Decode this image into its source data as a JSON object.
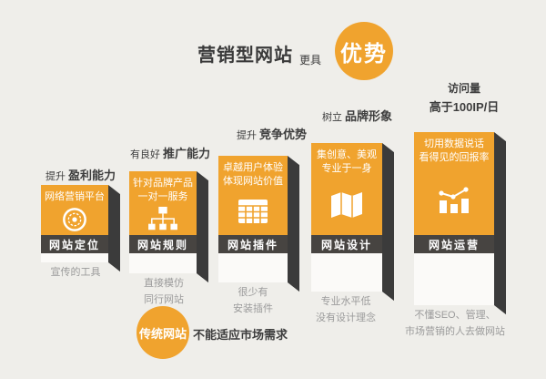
{
  "header": {
    "title": "营销型网站",
    "more": "更具",
    "badge": "优势"
  },
  "pillars": [
    {
      "top_prefix": "提升",
      "top_label": "盈利能力",
      "desc1": "网络营销平台",
      "desc2": "",
      "icon": "disc-icon",
      "band": "网站定位",
      "below1": "宣传的工具",
      "below2": ""
    },
    {
      "top_prefix": "有良好",
      "top_label": "推广能力",
      "desc1": "针对品牌产品",
      "desc2": "一对一服务",
      "icon": "sitemap-icon",
      "band": "网站规则",
      "below1": "直接模仿",
      "below2": "同行网站"
    },
    {
      "top_prefix": "提升",
      "top_label": "竞争优势",
      "desc1": "卓越用户体验",
      "desc2": "体现网站价值",
      "icon": "table-icon",
      "band": "网站插件",
      "below1": "很少有",
      "below2": "安装插件"
    },
    {
      "top_prefix": "树立",
      "top_label": "品牌形象",
      "desc1": "集创意、美观",
      "desc2": "专业于一身",
      "icon": "map-icon",
      "band": "网站设计",
      "below1": "专业水平低",
      "below2": "没有设计理念"
    },
    {
      "top_line1": "访问量",
      "top_line2": "高于100IP/日",
      "desc1": "切用数据说话",
      "desc2": "看得见的回报率",
      "icon": "bar-chart-icon",
      "band": "网站运营",
      "below1": "不懂SEO、管理、",
      "below2": "市场营销的人去做网站"
    }
  ],
  "footer": {
    "badge": "传统网站",
    "text": "不能适应市场需求"
  },
  "colors": {
    "accent": "#F0A32E",
    "band_dark": "#474441",
    "side_dark": "#3B3B3B",
    "background": "#EFEEEA",
    "text_dark": "#3D3D3D",
    "text_gray": "#9B9B9B"
  }
}
